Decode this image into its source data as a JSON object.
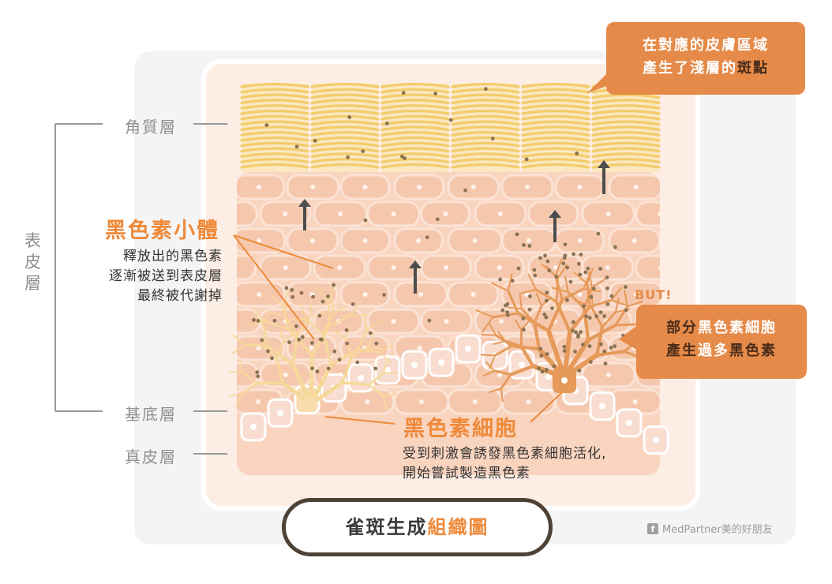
{
  "layers": {
    "stratum_corneum": "角質層",
    "basal_layer": "基底層",
    "dermis": "真皮層",
    "epidermis_chars": [
      "表",
      "皮",
      "層"
    ]
  },
  "melanosome": {
    "title": "黑色素小體",
    "desc": [
      "釋放出的黑色素",
      "逐漸被送到表皮層",
      "最終被代謝掉"
    ]
  },
  "melanocyte": {
    "title": "黑色素細胞",
    "desc": [
      "受到刺激會誘發黑色素細胞活化,",
      "開始嘗試製造黑色素"
    ]
  },
  "callout_top": {
    "line1": "在對應的皮膚區域",
    "line2_a": "產生了淺層的",
    "line2_b": "斑點"
  },
  "callout_right": {
    "line1_a": "部分",
    "line1_b": "黑色素細胞",
    "line2_a": "產生",
    "line2_b": "過多",
    "line2_c": "黑色素"
  },
  "but_label": "BUT!",
  "diagram_title": {
    "part1": "雀斑生成",
    "part2": "組織圖"
  },
  "credit": {
    "icon": "f",
    "text": "MedPartner美的好朋友"
  },
  "colors": {
    "accent_orange": "#ee8a3a",
    "callout_orange": "#e58a48",
    "skin_pink": "#f8cfb8",
    "cell_fill": "#f5c8ae",
    "cell_stroke": "#fbe3d6",
    "corneum_yellow": "#f2cc6a",
    "pigment_dot": "#8a7352",
    "melanocyte_orange": "#e69a5a",
    "arrow_dark": "#4d4d4d",
    "border_dark": "#4e4136"
  }
}
